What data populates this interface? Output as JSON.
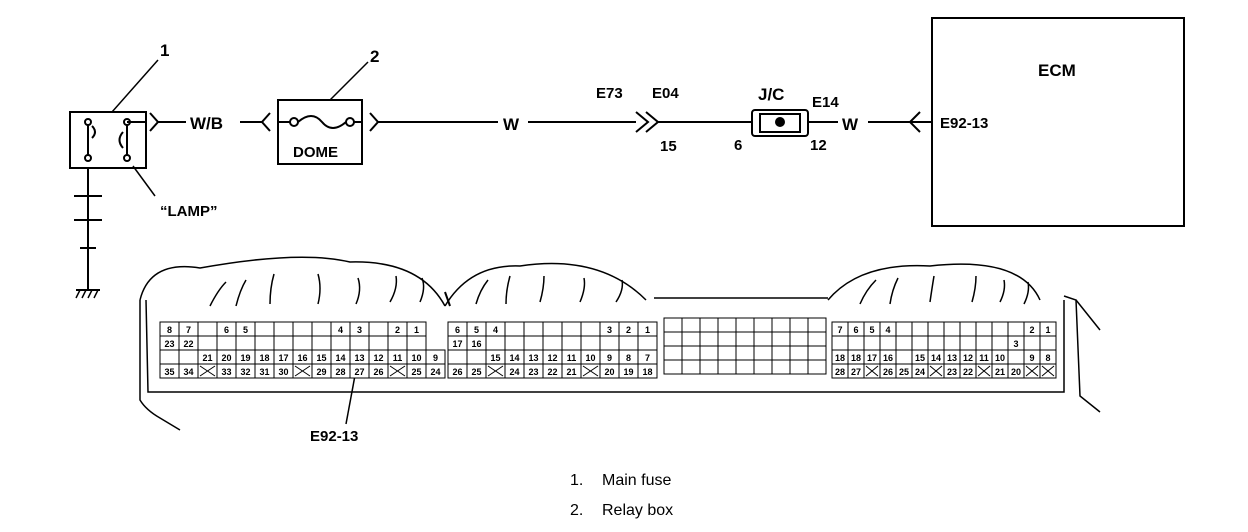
{
  "diagram": {
    "callouts": {
      "one": "1",
      "two": "2"
    },
    "lamp_label": "“LAMP”",
    "dome_label": "DOME",
    "wires": {
      "wb": "W/B",
      "w1": "W",
      "w2": "W"
    },
    "connectors": {
      "e73": "E73",
      "e04": "E04",
      "pin15": "15",
      "jc": "J/C",
      "e14": "E14",
      "pin6": "6",
      "pin12": "12",
      "e92_13": "E92-13"
    },
    "ecm_label": "ECM",
    "bottom_label": "E92-13",
    "connector_blocks": {
      "left": {
        "row1": [
          "8",
          "7",
          "",
          "6",
          "5",
          "",
          "",
          "",
          "",
          "4",
          "3",
          "",
          "2",
          "1"
        ],
        "row2": [
          "23",
          "22",
          "",
          "",
          "",
          "",
          "",
          "",
          "",
          "",
          "",
          "",
          "",
          ""
        ],
        "row3": [
          "",
          "",
          "21",
          "20",
          "19",
          "18",
          "17",
          "16",
          "15",
          "14",
          "13",
          "12",
          "11",
          "10",
          "9"
        ],
        "row4": [
          "35",
          "34",
          "",
          "33",
          "32",
          "31",
          "30",
          "",
          "29",
          "28",
          "27",
          "26",
          "",
          "25",
          "24"
        ]
      },
      "middle": {
        "row1": [
          "6",
          "5",
          "4",
          "",
          "",
          "",
          "",
          "",
          "3",
          "2",
          "1"
        ],
        "row2": [
          "17",
          "16",
          "",
          "",
          "",
          "",
          "",
          "",
          "",
          "",
          ""
        ],
        "row3": [
          "",
          "",
          "15",
          "14",
          "13",
          "12",
          "11",
          "10",
          "9",
          "8",
          "7"
        ],
        "row4": [
          "26",
          "25",
          "",
          "24",
          "23",
          "22",
          "21",
          "",
          "20",
          "19",
          "18"
        ]
      },
      "right": {
        "row1": [
          "7",
          "6",
          "5",
          "4",
          "",
          "",
          "",
          "",
          "",
          "",
          "",
          "",
          "2",
          "1"
        ],
        "row2": [
          "",
          "",
          "",
          "",
          "",
          "",
          "",
          "",
          "",
          "",
          "",
          "3",
          "",
          ""
        ],
        "row3": [
          "18",
          "18",
          "17",
          "16",
          "",
          "15",
          "14",
          "13",
          "12",
          "11",
          "10",
          "",
          "9",
          "8"
        ],
        "row4": [
          "28",
          "27",
          "",
          "26",
          "25",
          "24",
          "",
          "23",
          "22",
          "",
          "21",
          "20",
          "",
          ""
        ]
      }
    }
  },
  "legend": [
    {
      "num": "1.",
      "text": "Main fuse"
    },
    {
      "num": "2.",
      "text": "Relay box"
    }
  ]
}
